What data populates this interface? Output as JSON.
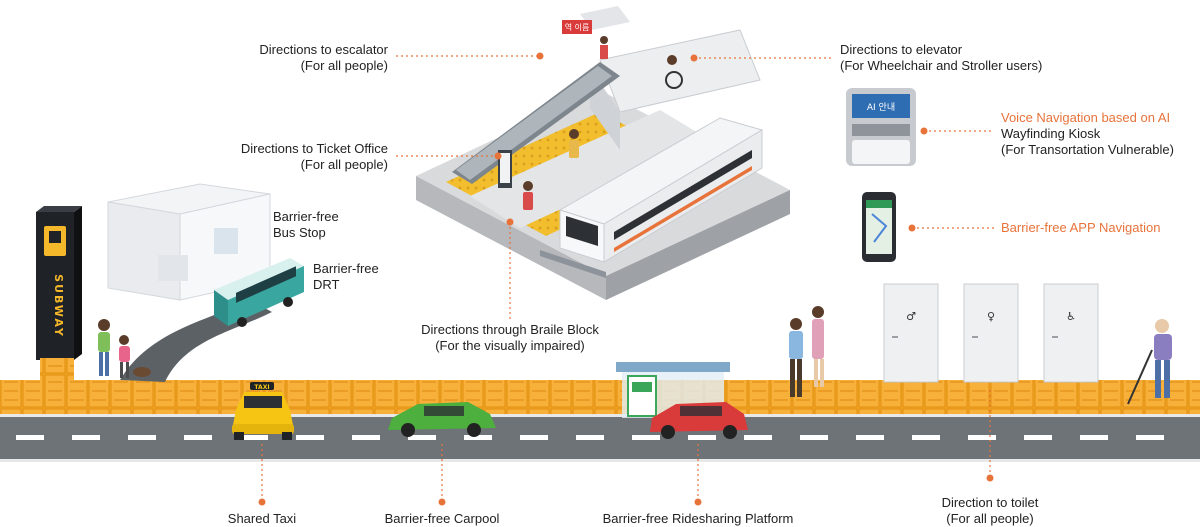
{
  "labels": {
    "escalator": {
      "title": "Directions to escalator",
      "sub": "(For all people)"
    },
    "elevator": {
      "title": "Directions to elevator",
      "sub": "(For Wheelchair and Stroller users)"
    },
    "ticket": {
      "title": "Directions to Ticket Office",
      "sub": "(For all people)"
    },
    "kiosk": {
      "highlight": "Voice Navigation based on AI",
      "title": "Wayfinding Kiosk",
      "sub": "(For Transortation Vulnerable)"
    },
    "app": {
      "title": "Barrier-free APP Navigation"
    },
    "busstop": {
      "line1": "Barrier-free",
      "line2": "Bus Stop"
    },
    "drt": {
      "line1": "Barrier-free",
      "line2": "DRT"
    },
    "braille": {
      "title": "Directions through Braile Block",
      "sub": "(For the visually impaired)"
    },
    "taxi": {
      "title": "Shared Taxi"
    },
    "carpool": {
      "title": "Barrier-free Carpool"
    },
    "ridesharing": {
      "title": "Barrier-free Ridesharing Platform"
    },
    "toilet": {
      "title": "Direction to toilet",
      "sub": "(For all people)"
    }
  },
  "signs": {
    "subway": "SUBWAY",
    "taxi_roof": "TAXI",
    "station": "역 이름",
    "kiosk_screen": "AI 안내"
  },
  "colors": {
    "accent": "#e8733a",
    "sidewalk": "#f5a623",
    "road": "#6e7378",
    "platform": "#f2b61c",
    "bus": "#3aa6a0",
    "taxi": "#f6c514",
    "carpool": "#4caf3e",
    "ride_car": "#d93a3a"
  }
}
